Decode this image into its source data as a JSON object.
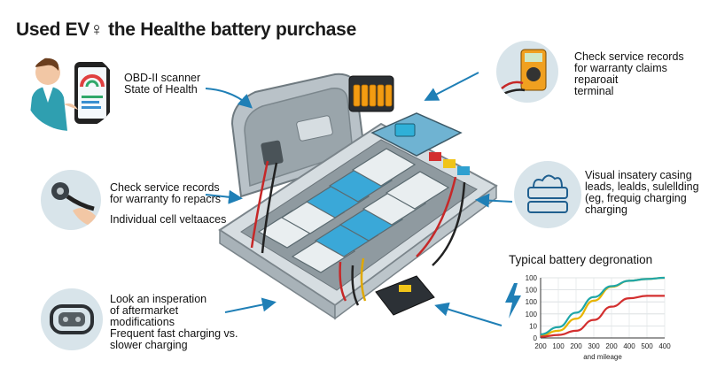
{
  "title": "Used EV♀ the Healthe battery purchase",
  "callouts": {
    "obd": [
      "OBD-II scanner",
      "State of Health"
    ],
    "records_top": [
      "Check service records",
      "for warranty claims",
      "reparoait",
      "terminal"
    ],
    "records_left": [
      "Check service records",
      "for warranty fo repacrs"
    ],
    "cell_voltages": "Individual cell veltaaces",
    "visual": [
      "Visual insatery casing",
      "leads, lealds, sulellding",
      "(eg, frequig charging",
      "charging"
    ],
    "inspection": [
      "Look an insperation",
      "of aftermarket",
      "modifications",
      "Frequent fast charging vs.",
      "slower charging"
    ]
  },
  "colors": {
    "accent": "#1f7fb6",
    "circle_bg": "#d8e4ea",
    "cell_blue": "#3aa8d8",
    "cell_white": "#e9eef0",
    "series_red": "#d32f2f",
    "series_teal": "#1fa6a8",
    "series_yellow": "#e8b400"
  },
  "icons": [
    "person-phone-icon",
    "multimeter-icon",
    "cable-clamp-icon",
    "battery-module-icon",
    "battery-chain-icon",
    "lightning-icon"
  ],
  "chart_data": {
    "type": "line",
    "title": "Typical battery degronation",
    "xlabel": "and mileage",
    "ylabel": "",
    "x_ticks": [
      "200",
      "100",
      "200",
      "300",
      "200",
      "400",
      "500",
      "400"
    ],
    "y_ticks": [
      "100",
      "100",
      "100",
      "100",
      "10",
      "0"
    ],
    "grid": true,
    "series": [
      {
        "color": "#e8b400",
        "values": [
          0.04,
          0.12,
          0.32,
          0.62,
          0.85,
          0.95,
          0.98,
          1.0
        ]
      },
      {
        "color": "#1fa6a8",
        "values": [
          0.06,
          0.18,
          0.42,
          0.68,
          0.86,
          0.95,
          0.98,
          1.0
        ]
      },
      {
        "color": "#d32f2f",
        "values": [
          0.02,
          0.05,
          0.12,
          0.3,
          0.52,
          0.66,
          0.7,
          0.7
        ]
      }
    ]
  }
}
